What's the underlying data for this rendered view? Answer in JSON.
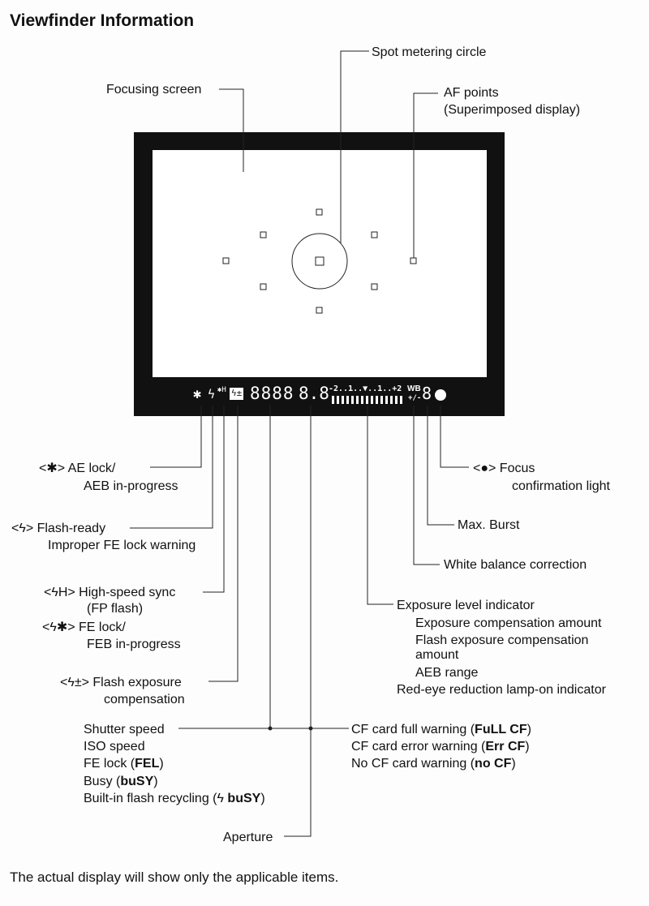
{
  "title": "Viewfinder Information",
  "labels": {
    "focusing_screen": "Focusing screen",
    "spot_metering": "Spot metering circle",
    "af_points_1": "AF points",
    "af_points_2": "(Superimposed display)",
    "ae_lock_1": "<✱> AE lock/",
    "ae_lock_2": "AEB in-progress",
    "flash_ready_1": "<ϟ> Flash-ready",
    "flash_ready_2": "Improper FE lock warning",
    "hss_1": "<ϟH> High-speed sync",
    "hss_2": "(FP flash)",
    "fe_lock_1": "<ϟ✱> FE lock/",
    "fe_lock_2": "FEB in-progress",
    "fec_1": "<ϟ±> Flash exposure",
    "fec_2": "compensation",
    "shutter": "Shutter speed",
    "iso": "ISO speed",
    "fel_pre": "FE lock (",
    "fel": "FEL",
    "fel_post": ")",
    "busy_pre": "Busy (",
    "busy": "buSY",
    "busy_post": ")",
    "recyc_pre": "Built-in flash recycling (ϟ ",
    "recyc": "buSY",
    "recyc_post": ")",
    "aperture": "Aperture",
    "focus_1": "<●> Focus",
    "focus_2": "confirmation light",
    "max_burst": "Max. Burst",
    "wb": "White balance correction",
    "exp_level": "Exposure level indicator",
    "exp_comp": "Exposure compensation amount",
    "flash_comp_1": "Flash exposure compensation",
    "flash_comp_2": "amount",
    "aeb": "AEB range",
    "redeye": "Red-eye reduction lamp-on indicator",
    "cf_full_pre": "CF card full warning (",
    "cf_full": "FuLL CF",
    "cf_full_post": ")",
    "cf_err_pre": "CF card error warning (",
    "cf_err": "Err CF",
    "cf_err_post": ")",
    "cf_no_pre": "No CF card warning (",
    "cf_no": "no CF",
    "cf_no_post": ")"
  },
  "lcd": {
    "ae": "✱",
    "flash": "ϟ",
    "hss": "✱H",
    "fec": "ϟ±",
    "shutter": "8888",
    "aperture": "8.8",
    "scale": "-2..1..▼..1..+2",
    "wb": "WB",
    "wb_sub": "+/-",
    "burst": "8"
  },
  "footer": "The actual display will show only the applicable items."
}
